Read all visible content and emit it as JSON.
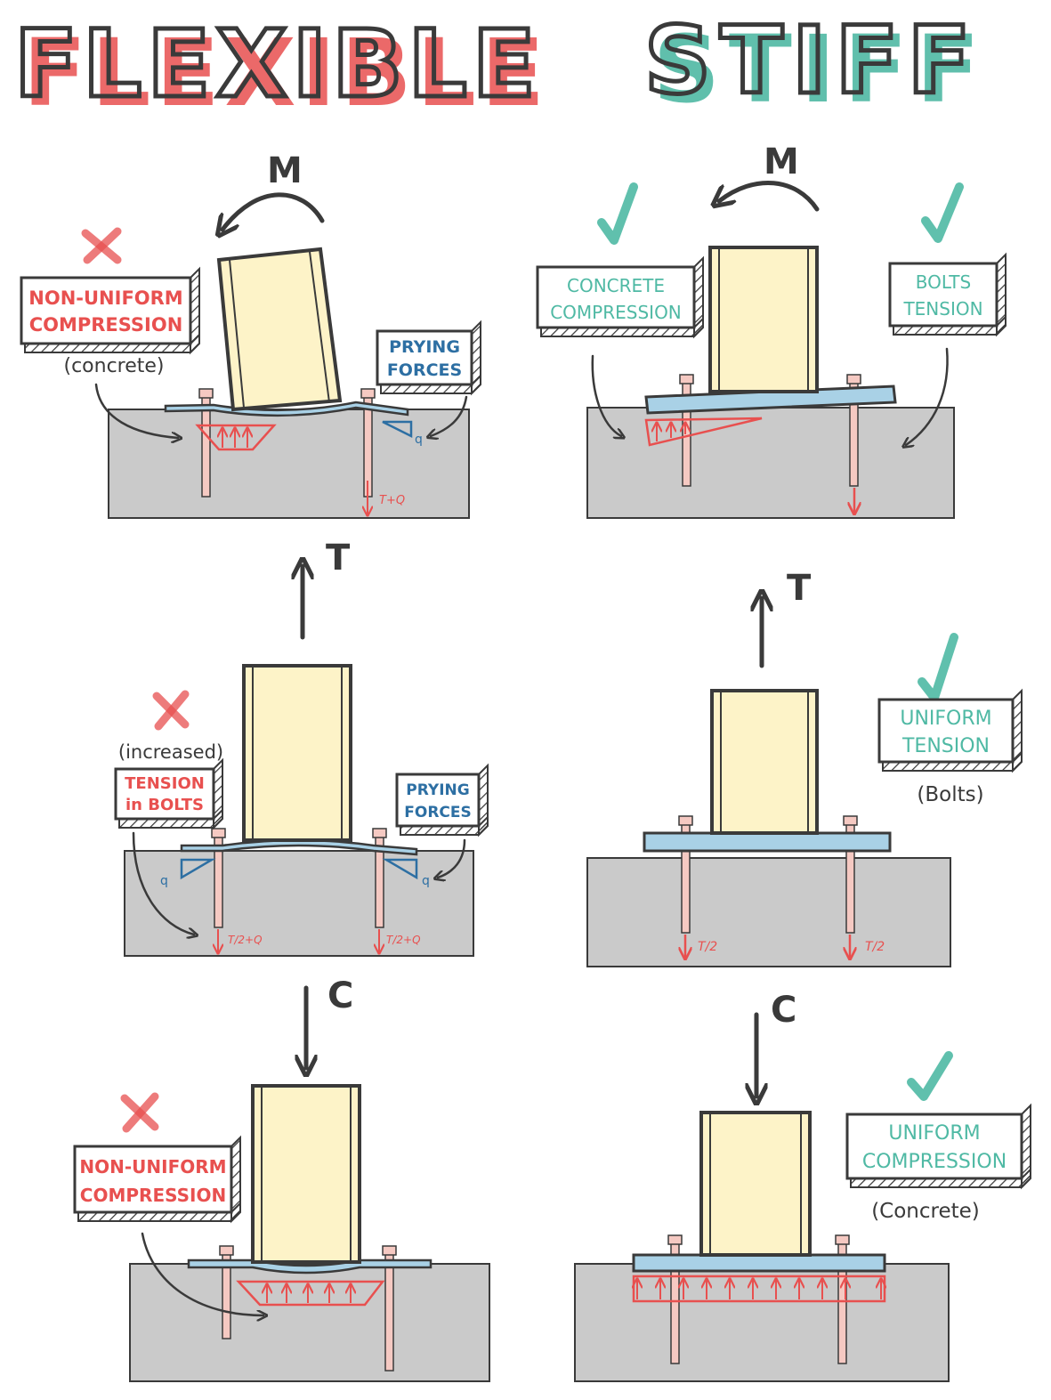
{
  "titles": {
    "left": "FLEXIBLE",
    "right": "STIFF"
  },
  "colors": {
    "red": "#e8504f",
    "teal": "#4fb9a4",
    "blue": "#2d6fa3",
    "ink": "#3a3a3a",
    "column": "#fdf3c8",
    "plate": "#a9d1e6",
    "concrete": "#cacaca",
    "bolt": "#f5c9c2"
  },
  "loads": {
    "moment": "M",
    "tension": "T",
    "compression": "C"
  },
  "flexible": {
    "moment": {
      "status_icon": "cross-icon",
      "left_label": [
        "NON-UNIFORM",
        "COMPRESSION"
      ],
      "left_note": "(concrete)",
      "right_label": [
        "PRYING",
        "FORCES"
      ],
      "q_label": "q",
      "bolt_force": "T+Q"
    },
    "tension": {
      "status_icon": "cross-icon",
      "note": "(increased)",
      "left_label": [
        "TENSION",
        "in BOLTS"
      ],
      "right_label": [
        "PRYING",
        "FORCES"
      ],
      "q_left": "q",
      "q_right": "q",
      "bolt_force_left": "T/2+Q",
      "bolt_force_right": "T/2+Q"
    },
    "compression": {
      "status_icon": "cross-icon",
      "label": [
        "NON-UNIFORM",
        "COMPRESSION"
      ]
    }
  },
  "stiff": {
    "moment": {
      "status_icons": [
        "check-icon",
        "check-icon"
      ],
      "left_label": [
        "CONCRETE",
        "COMPRESSION"
      ],
      "right_label": [
        "BOLTS",
        "TENSION"
      ]
    },
    "tension": {
      "status_icon": "check-icon",
      "label": [
        "UNIFORM",
        "TENSION"
      ],
      "note": "(Bolts)",
      "bolt_force_left": "T/2",
      "bolt_force_right": "T/2"
    },
    "compression": {
      "status_icon": "check-icon",
      "label": [
        "UNIFORM",
        "COMPRESSION"
      ],
      "note": "(Concrete)"
    }
  }
}
